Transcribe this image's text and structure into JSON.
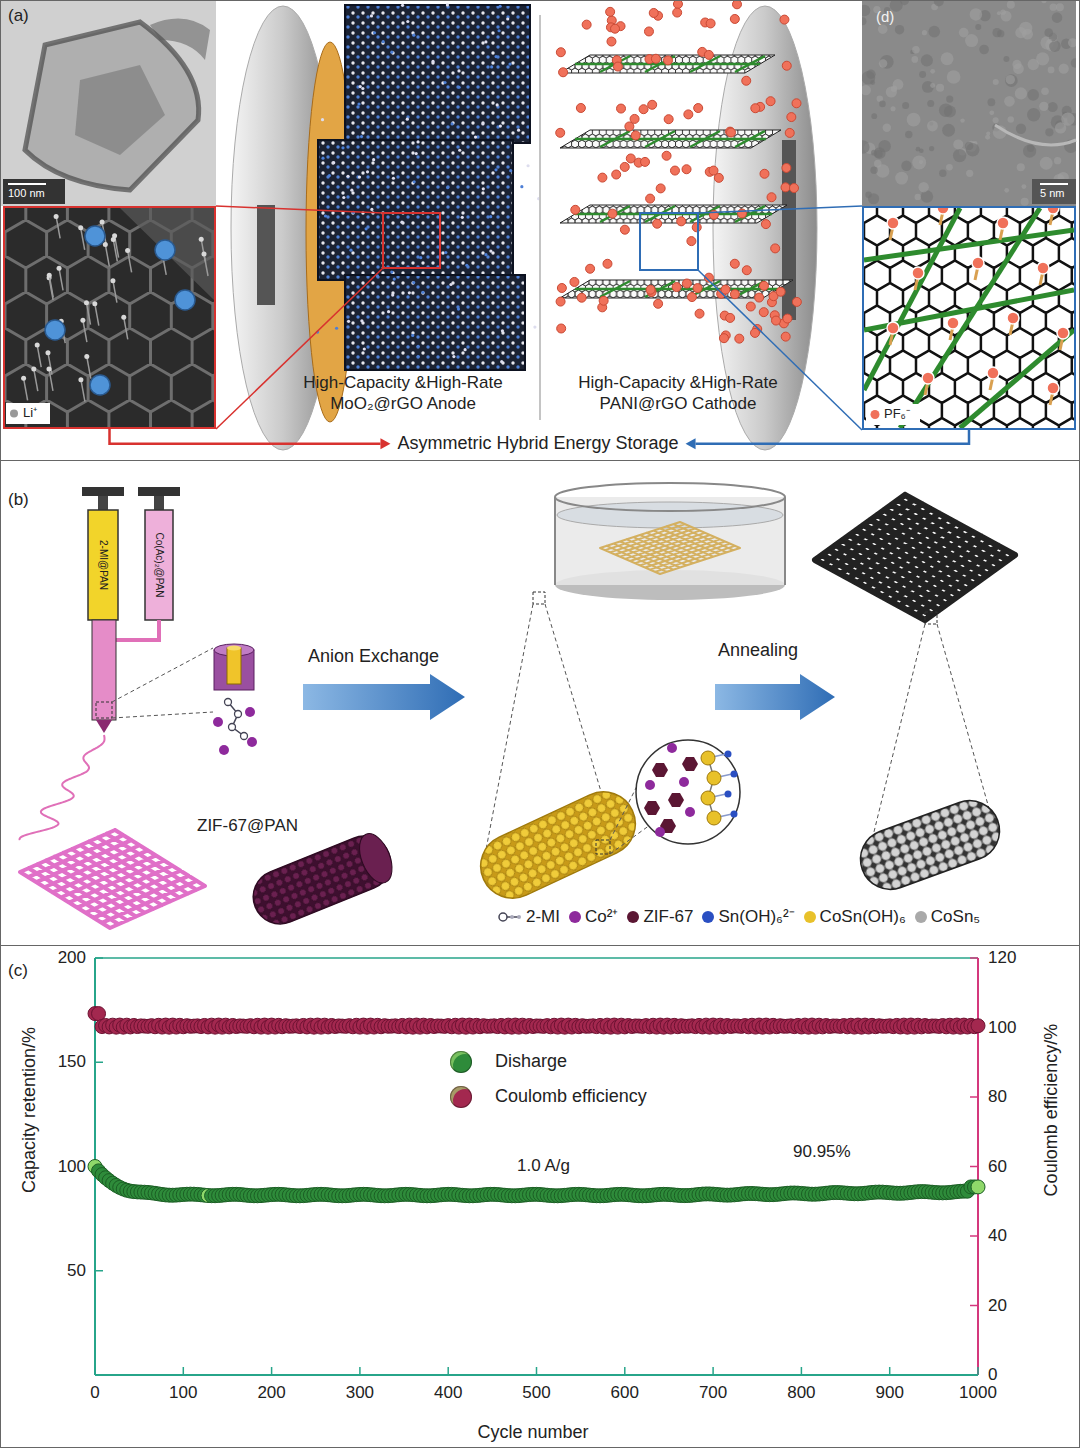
{
  "diagram": {
    "nodes": [
      {
        "text": [
          "(a)"
        ]
      },
      {
        "text": [
          "Li⁺"
        ],
        "in": 0
      },
      {
        "text": [
          "PF₆⁻"
        ],
        "in": 0
      },
      {
        "text": [
          "Asymmetric Hybrid Energy Storage"
        ],
        "in": 0
      },
      {
        "text": [
          "(b)"
        ]
      },
      {
        "text": [
          "(c)"
        ]
      }
    ],
    "edges": [
      {
        "from": 1,
        "to": 3,
        "arrow": "to"
      },
      {
        "from": 2,
        "to": 3,
        "arrow": "to"
      }
    ],
    "labels": [
      "100 nm",
      "High-Capacity &High-Rate MoO₂@rGO Anode",
      "High-Capacity &High-Rate PANI@rGO Cathode",
      "(d)",
      "5 nm",
      "2-MI@PAN",
      "Co(Ac)₂@PAN",
      "Anion Exchange",
      "Annealing",
      "ZIF-67@PAN",
      "Capacity retention/%",
      "Coulomb efficiency/%",
      "Cycle number",
      "200",
      "150",
      "100",
      "50",
      "120",
      "100",
      "80",
      "60",
      "40",
      "20",
      "0",
      "0",
      "100",
      "200",
      "300",
      "400",
      "500",
      "600",
      "700",
      "800",
      "900",
      "1000",
      "1.0 A/g",
      "90.95%"
    ],
    "legend": [
      {
        "text": "2-MI"
      },
      {
        "text": "Co²⁺",
        "color": "#8e2a9c"
      },
      {
        "text": "ZIF-67",
        "color": "#5b1633"
      },
      {
        "text": "Sn(OH)₆²⁻",
        "color": "#2a4fc2"
      },
      {
        "text": "CoSn(OH)₆",
        "color": "#e8c12a"
      },
      {
        "text": "CoSn₅",
        "color": "#a9a9a9"
      },
      {
        "text": "Disharge",
        "color": "#2e8b3a"
      },
      {
        "text": "Coulomb efficiency",
        "color": "#a3284f"
      }
    ]
  }
}
